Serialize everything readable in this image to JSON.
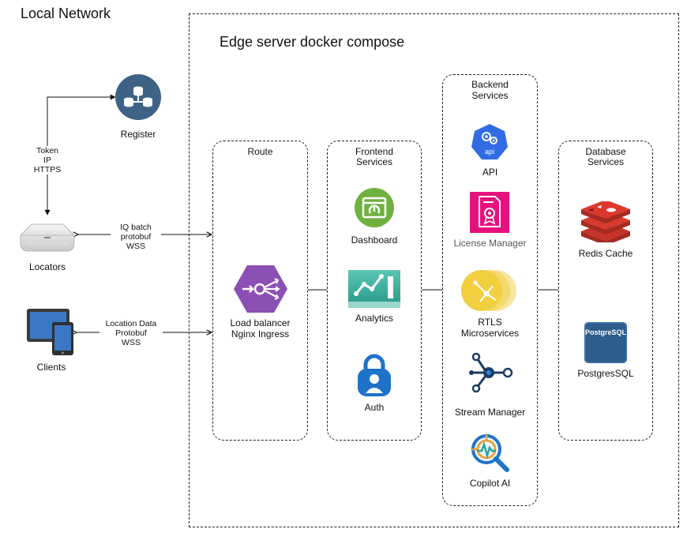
{
  "local_network_title": "Local Network",
  "compose_title": "Edge server docker compose",
  "left": {
    "register": "Register",
    "token_label": [
      "Token",
      "IP",
      "HTTPS"
    ],
    "locators": "Locators",
    "iq_label": [
      "IQ batch",
      "protobuf",
      "WSS"
    ],
    "clients": "Clients",
    "location_label": [
      "Location Data",
      "Protobuf",
      "WSS"
    ]
  },
  "route": {
    "title": "Route",
    "lb_line1": "Load balancer",
    "lb_line2": "Nginx Ingress"
  },
  "frontend": {
    "title1": "Frontend",
    "title2": "Services",
    "dashboard": "Dashboard",
    "analytics": "Analytics",
    "auth": "Auth"
  },
  "backend": {
    "title1": "Backend",
    "title2": "Services",
    "api": "API",
    "api_badge": "api",
    "license": "License Manager",
    "rtls1": "RTLS",
    "rtls2": "Microservices",
    "stream": "Stream Manager",
    "copilot": "Copilot AI"
  },
  "database": {
    "title1": "Database",
    "title2": "Services",
    "redis": "Redis Cache",
    "postgres": "PostgresSQL",
    "postgres_badge": "PostgreSQL"
  },
  "colors": {
    "register_bg": "#3d6285",
    "lb_purple": "#8c4fb4",
    "dashboard_green": "#6fb13f",
    "analytics_teal": "#41b5a3",
    "auth_blue": "#1e73c9",
    "api_blue": "#326ce5",
    "license_pink": "#e5127d",
    "rtls_yellow": "#f1cf3f",
    "stream_navy": "#1c3c63",
    "redis_red": "#c7342b",
    "postgres_blue": "#336791"
  }
}
